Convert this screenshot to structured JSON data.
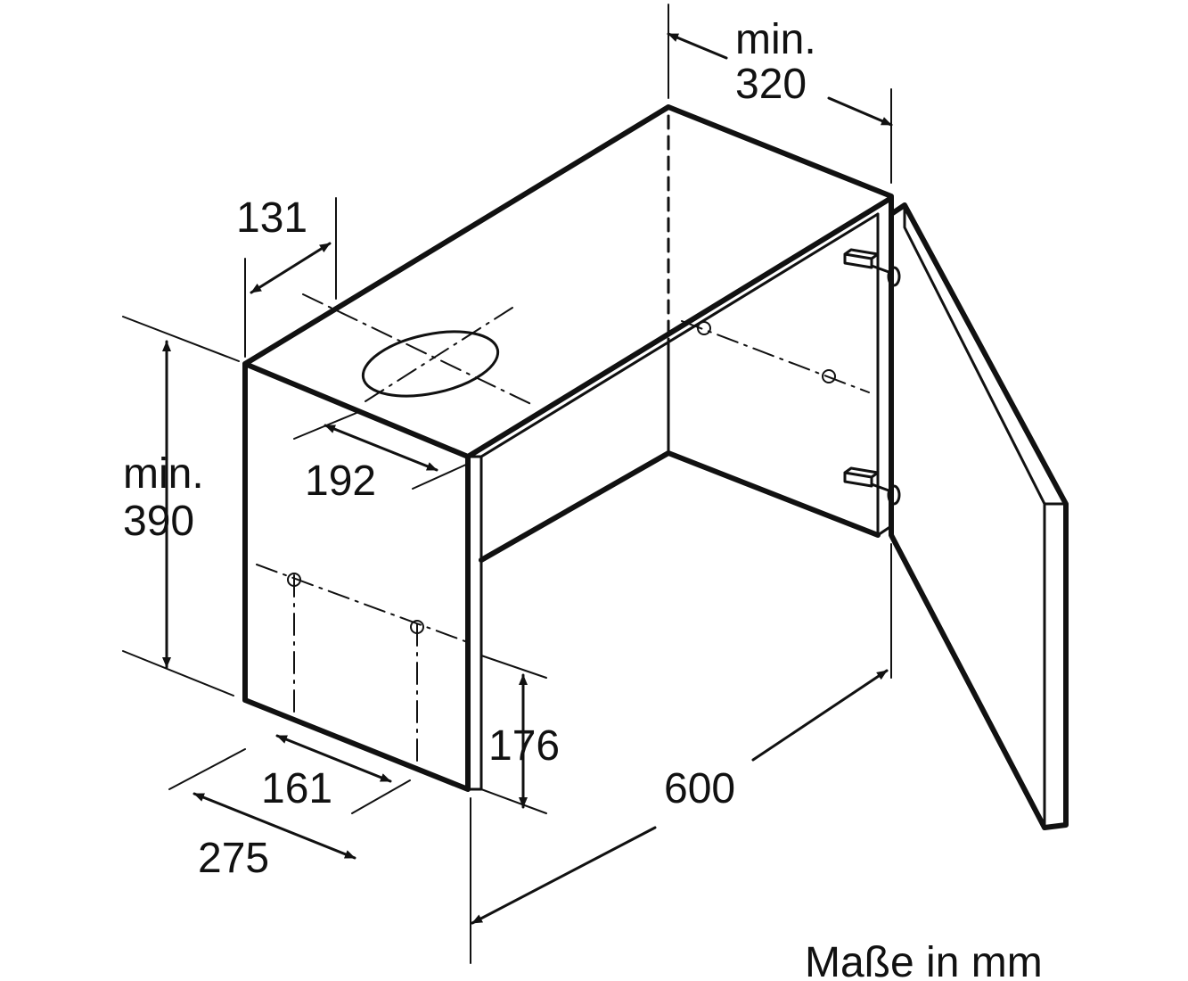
{
  "dimensions": {
    "width_min_label": "min.",
    "width_min_value": "320",
    "duct_offset": "131",
    "duct_depth_offset": "192",
    "height_min_label": "min.",
    "height_min_value": "390",
    "hole_height": "176",
    "hole_spacing": "161",
    "depth": "275",
    "width": "600"
  },
  "footer": {
    "units_note": "Maße in mm"
  },
  "colors": {
    "line": "#111111",
    "background": "#ffffff"
  }
}
